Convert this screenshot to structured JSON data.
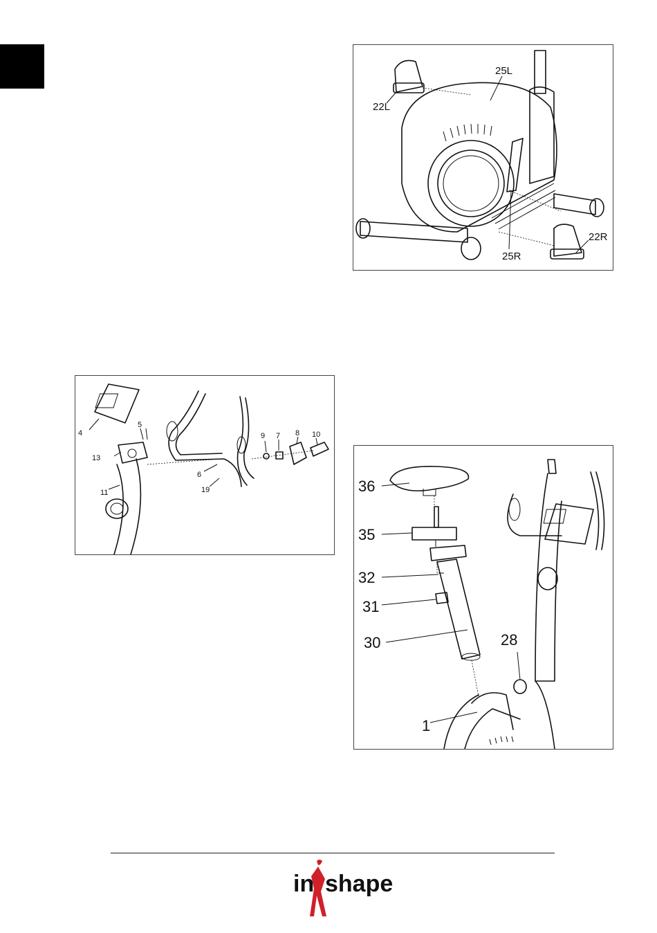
{
  "pedal_diagram": {
    "labels": [
      "25L",
      "22L",
      "25R",
      "22R"
    ]
  },
  "handlebar_diagram": {
    "labels": [
      "4",
      "5",
      "13",
      "11",
      "6",
      "19",
      "9",
      "7",
      "8",
      "10"
    ]
  },
  "seat_diagram": {
    "labels": [
      "36",
      "35",
      "32",
      "31",
      "30",
      "28",
      "1"
    ]
  },
  "footer": {
    "logo_left": "in",
    "logo_right": "shape"
  }
}
